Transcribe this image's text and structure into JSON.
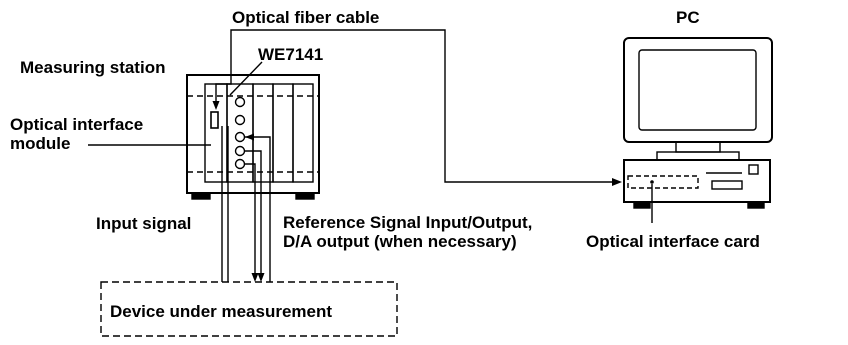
{
  "labels": {
    "optical_fiber_cable": "Optical fiber cable",
    "pc": "PC",
    "we7141": "WE7141",
    "measuring_station": "Measuring station",
    "optical_interface_module_line1": "Optical interface",
    "optical_interface_module_line2": "module",
    "input_signal": "Input signal",
    "reference_signal_line1": "Reference Signal Input/Output,",
    "reference_signal_line2": "D/A output (when necessary)",
    "optical_interface_card": "Optical interface card",
    "device_under_measurement": "Device under measurement"
  },
  "colors": {
    "line": "#000000",
    "background": "#ffffff"
  }
}
